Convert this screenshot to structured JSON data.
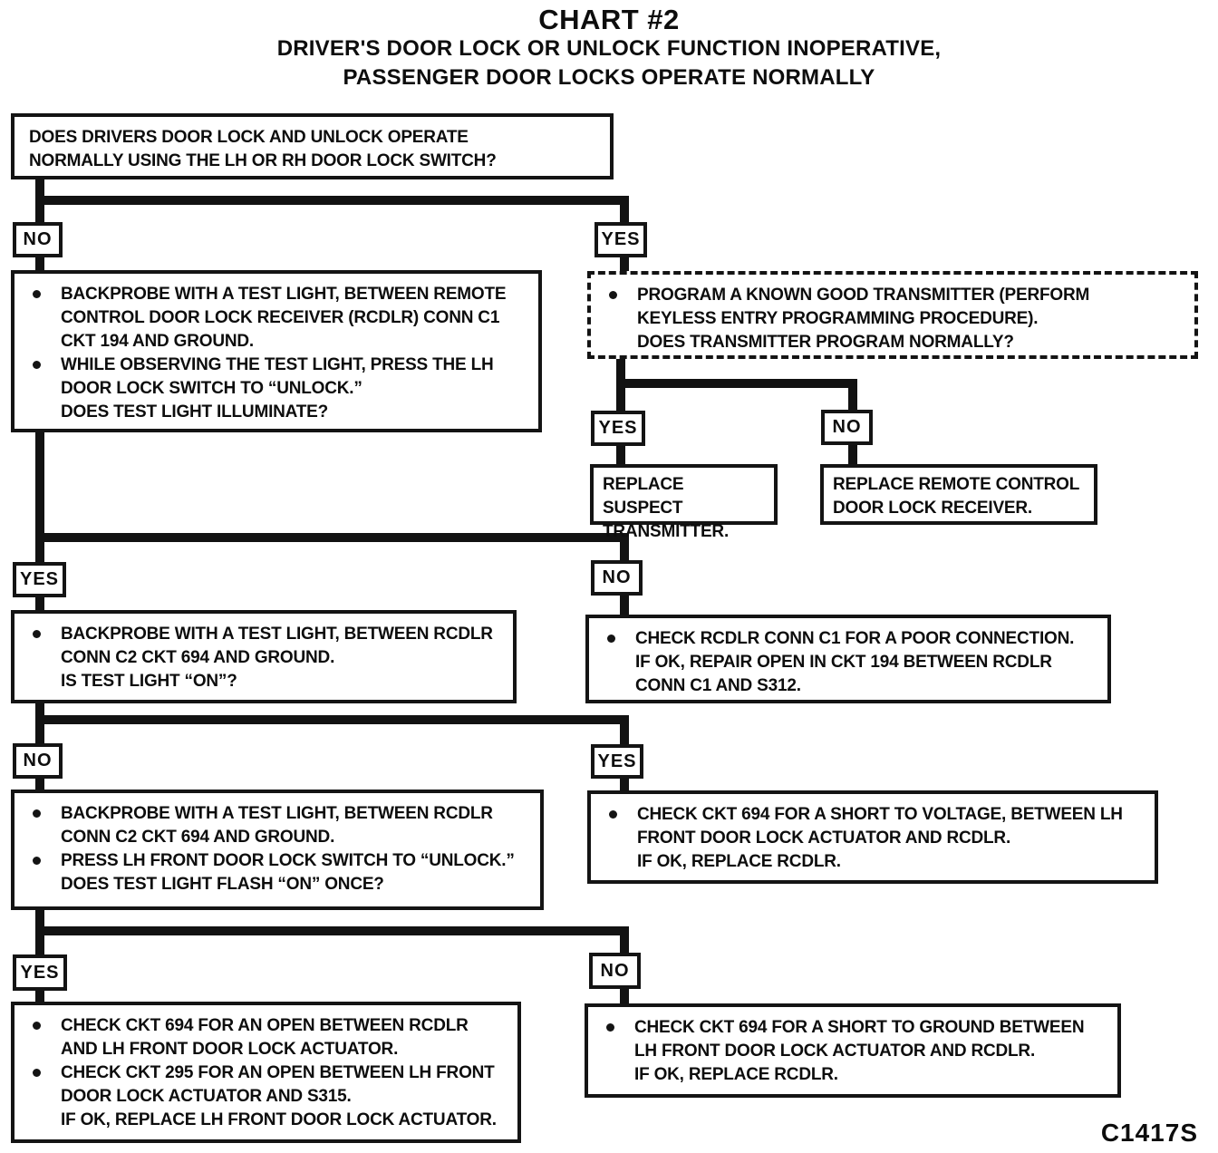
{
  "colors": {
    "ink": "#121212",
    "paper": "#ffffff"
  },
  "title": {
    "line1": "CHART #2",
    "line2": "DRIVER'S DOOR LOCK OR UNLOCK FUNCTION INOPERATIVE,",
    "line3": "PASSENGER DOOR LOCKS OPERATE NORMALLY"
  },
  "labels": {
    "level1_no": "NO",
    "level1_yes": "YES",
    "tx_yes": "YES",
    "tx_no": "NO",
    "level2_yes": "YES",
    "level2_no": "NO",
    "level3_no": "NO",
    "level3_yes": "YES",
    "level4_yes": "YES",
    "level4_no": "NO"
  },
  "boxes": {
    "start": {
      "text": "DOES DRIVERS DOOR LOCK AND UNLOCK OPERATE NORMALLY USING THE LH OR RH DOOR LOCK SWITCH?"
    },
    "backprobe_194": {
      "bullet1": "BACKPROBE WITH A TEST LIGHT, BETWEEN REMOTE CONTROL DOOR LOCK RECEIVER (RCDLR) CONN C1 CKT 194 AND GROUND.",
      "bullet2": "WHILE OBSERVING THE TEST LIGHT, PRESS THE LH DOOR LOCK SWITCH TO “UNLOCK.”",
      "question": "DOES TEST LIGHT ILLUMINATE?"
    },
    "program_tx": {
      "bullet1": "PROGRAM A KNOWN GOOD TRANSMITTER (PERFORM KEYLESS ENTRY PROGRAMMING PROCEDURE).",
      "question": "DOES TRANSMITTER PROGRAM NORMALLY?"
    },
    "replace_tx": {
      "text": "REPLACE SUSPECT TRANSMITTER."
    },
    "replace_rx": {
      "text": "REPLACE REMOTE CONTROL DOOR LOCK RECEIVER."
    },
    "backprobe_694": {
      "bullet1": "BACKPROBE WITH A TEST LIGHT, BETWEEN RCDLR CONN C2 CKT 694 AND GROUND.",
      "question": "IS TEST LIGHT “ON”?"
    },
    "poor_conn": {
      "bullet1": "CHECK RCDLR CONN C1 FOR A POOR CONNECTION.",
      "tail": "IF OK, REPAIR OPEN IN CKT 194 BETWEEN RCDLR CONN C1 AND S312."
    },
    "backprobe_694_unlock": {
      "bullet1": "BACKPROBE WITH A TEST LIGHT, BETWEEN RCDLR CONN C2 CKT 694 AND GROUND.",
      "bullet2": "PRESS LH FRONT DOOR LOCK SWITCH TO “UNLOCK.”",
      "question": "DOES TEST LIGHT FLASH “ON” ONCE?"
    },
    "short_voltage": {
      "bullet1": "CHECK CKT 694 FOR A SHORT TO VOLTAGE, BETWEEN LH FRONT DOOR LOCK ACTUATOR AND RCDLR.",
      "tail": "IF OK, REPLACE RCDLR."
    },
    "open_circuit": {
      "bullet1": "CHECK CKT 694 FOR AN OPEN BETWEEN RCDLR AND LH FRONT DOOR LOCK ACTUATOR.",
      "bullet2": "CHECK CKT 295 FOR AN OPEN BETWEEN LH FRONT DOOR LOCK ACTUATOR AND S315.",
      "tail": "IF OK, REPLACE LH FRONT DOOR LOCK ACTUATOR."
    },
    "short_ground": {
      "bullet1": "CHECK CKT 694 FOR A SHORT TO GROUND BETWEEN LH FRONT DOOR LOCK ACTUATOR AND RCDLR.",
      "tail": "IF OK, REPLACE RCDLR."
    }
  },
  "footer": {
    "code": "C1417S"
  }
}
